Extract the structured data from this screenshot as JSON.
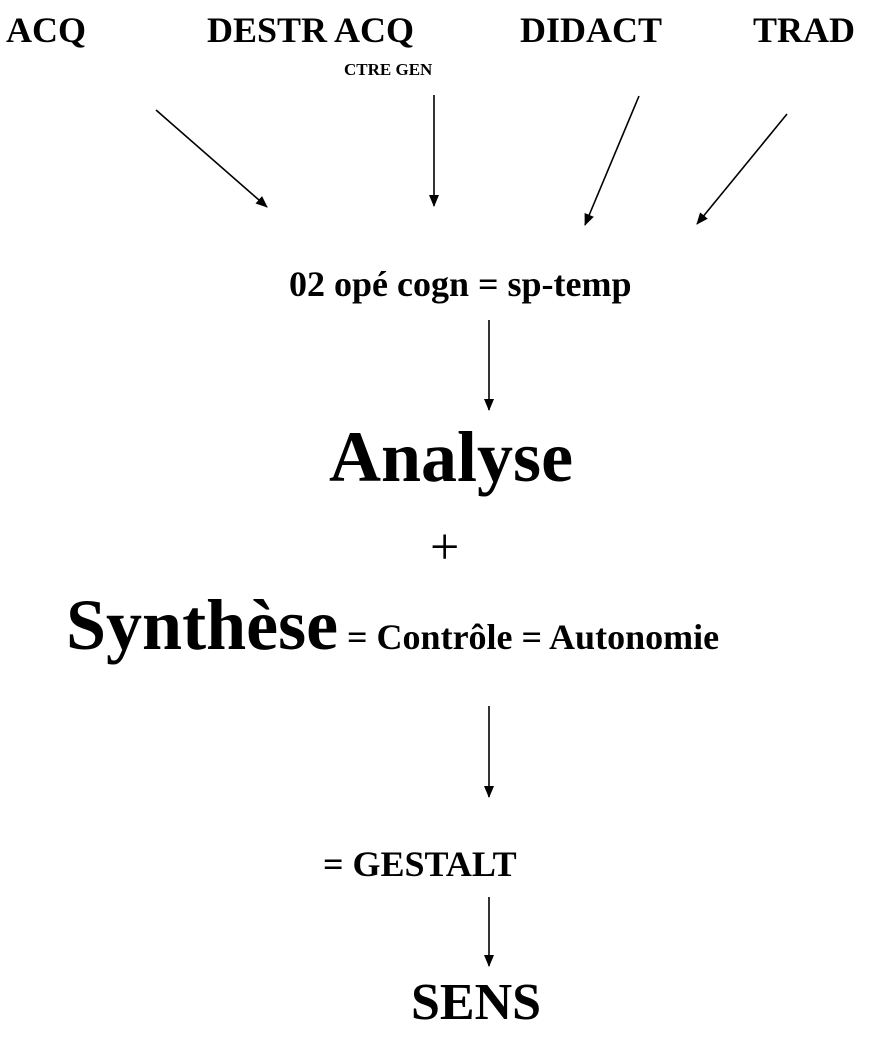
{
  "labels": {
    "acq": "ACQ",
    "destr_acq": "DESTR ACQ",
    "ctre_gen": "CTRE GEN",
    "didact": "DIDACT",
    "trad": "TRAD",
    "operations": "02 opé cogn = sp-temp",
    "analyse": "Analyse",
    "plus": "+",
    "synthese": "Synthèse",
    "synthese_rest": " = Contrôle = Autonomie",
    "gestalt": "= GESTALT",
    "sens": "SENS"
  },
  "colors": {
    "text": "#000000",
    "arrow": "#000000",
    "background": "#ffffff"
  },
  "arrow_icon": "arrow-down-icon"
}
